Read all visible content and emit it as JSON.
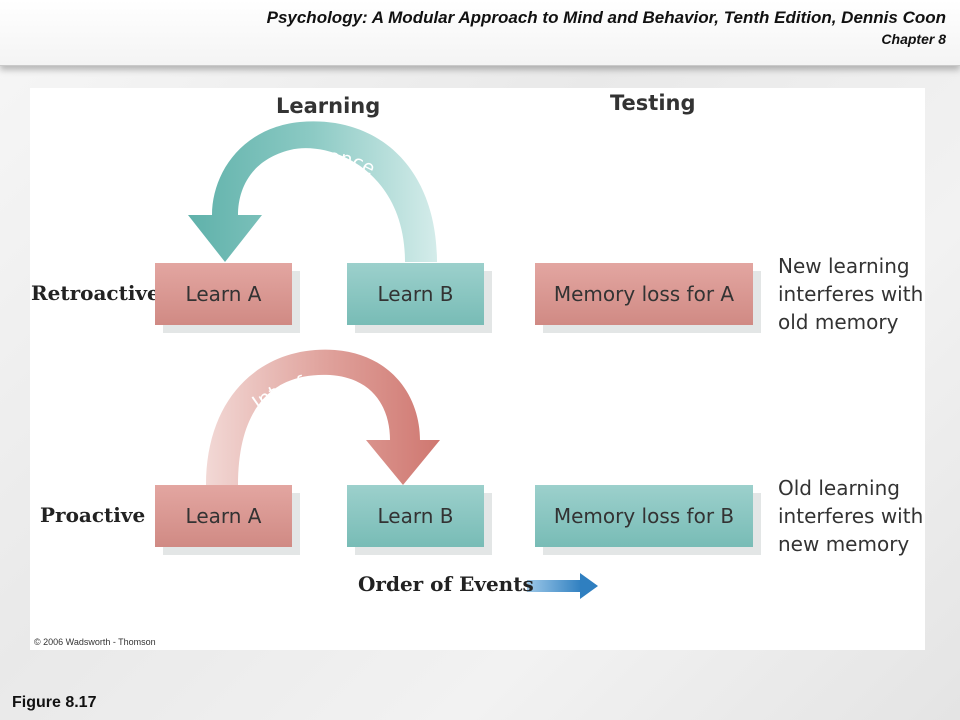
{
  "header": {
    "title": "Psychology: A Modular Approach to Mind and Behavior, Tenth Edition, Dennis Coon",
    "chapter": "Chapter 8"
  },
  "diagram": {
    "column_learning": "Learning",
    "column_testing": "Testing",
    "retroactive": {
      "label": "Retroactive",
      "arrow_label": "Interference",
      "box_a": "Learn A",
      "box_b": "Learn B",
      "result": "Memory loss for A",
      "note_lines": [
        "New learning",
        "interferes with",
        "old memory"
      ]
    },
    "proactive": {
      "label": "Proactive",
      "arrow_label": "Interference",
      "box_a": "Learn A",
      "box_b": "Learn B",
      "result": "Memory loss for B",
      "note_lines": [
        "Old learning",
        "interferes with",
        "new memory"
      ]
    },
    "order_label": "Order of Events",
    "copyright": "© 2006 Wadsworth - Thomson"
  },
  "figure_label": "Figure 8.17",
  "colors": {
    "red_box": "#d9958f",
    "teal_box": "#86c3be",
    "order_arrow": "#2f7fc0"
  },
  "icons": {
    "retro_arrow": "curved-arrow-left-icon",
    "pro_arrow": "curved-arrow-right-icon",
    "order_arrow": "right-arrow-icon"
  }
}
